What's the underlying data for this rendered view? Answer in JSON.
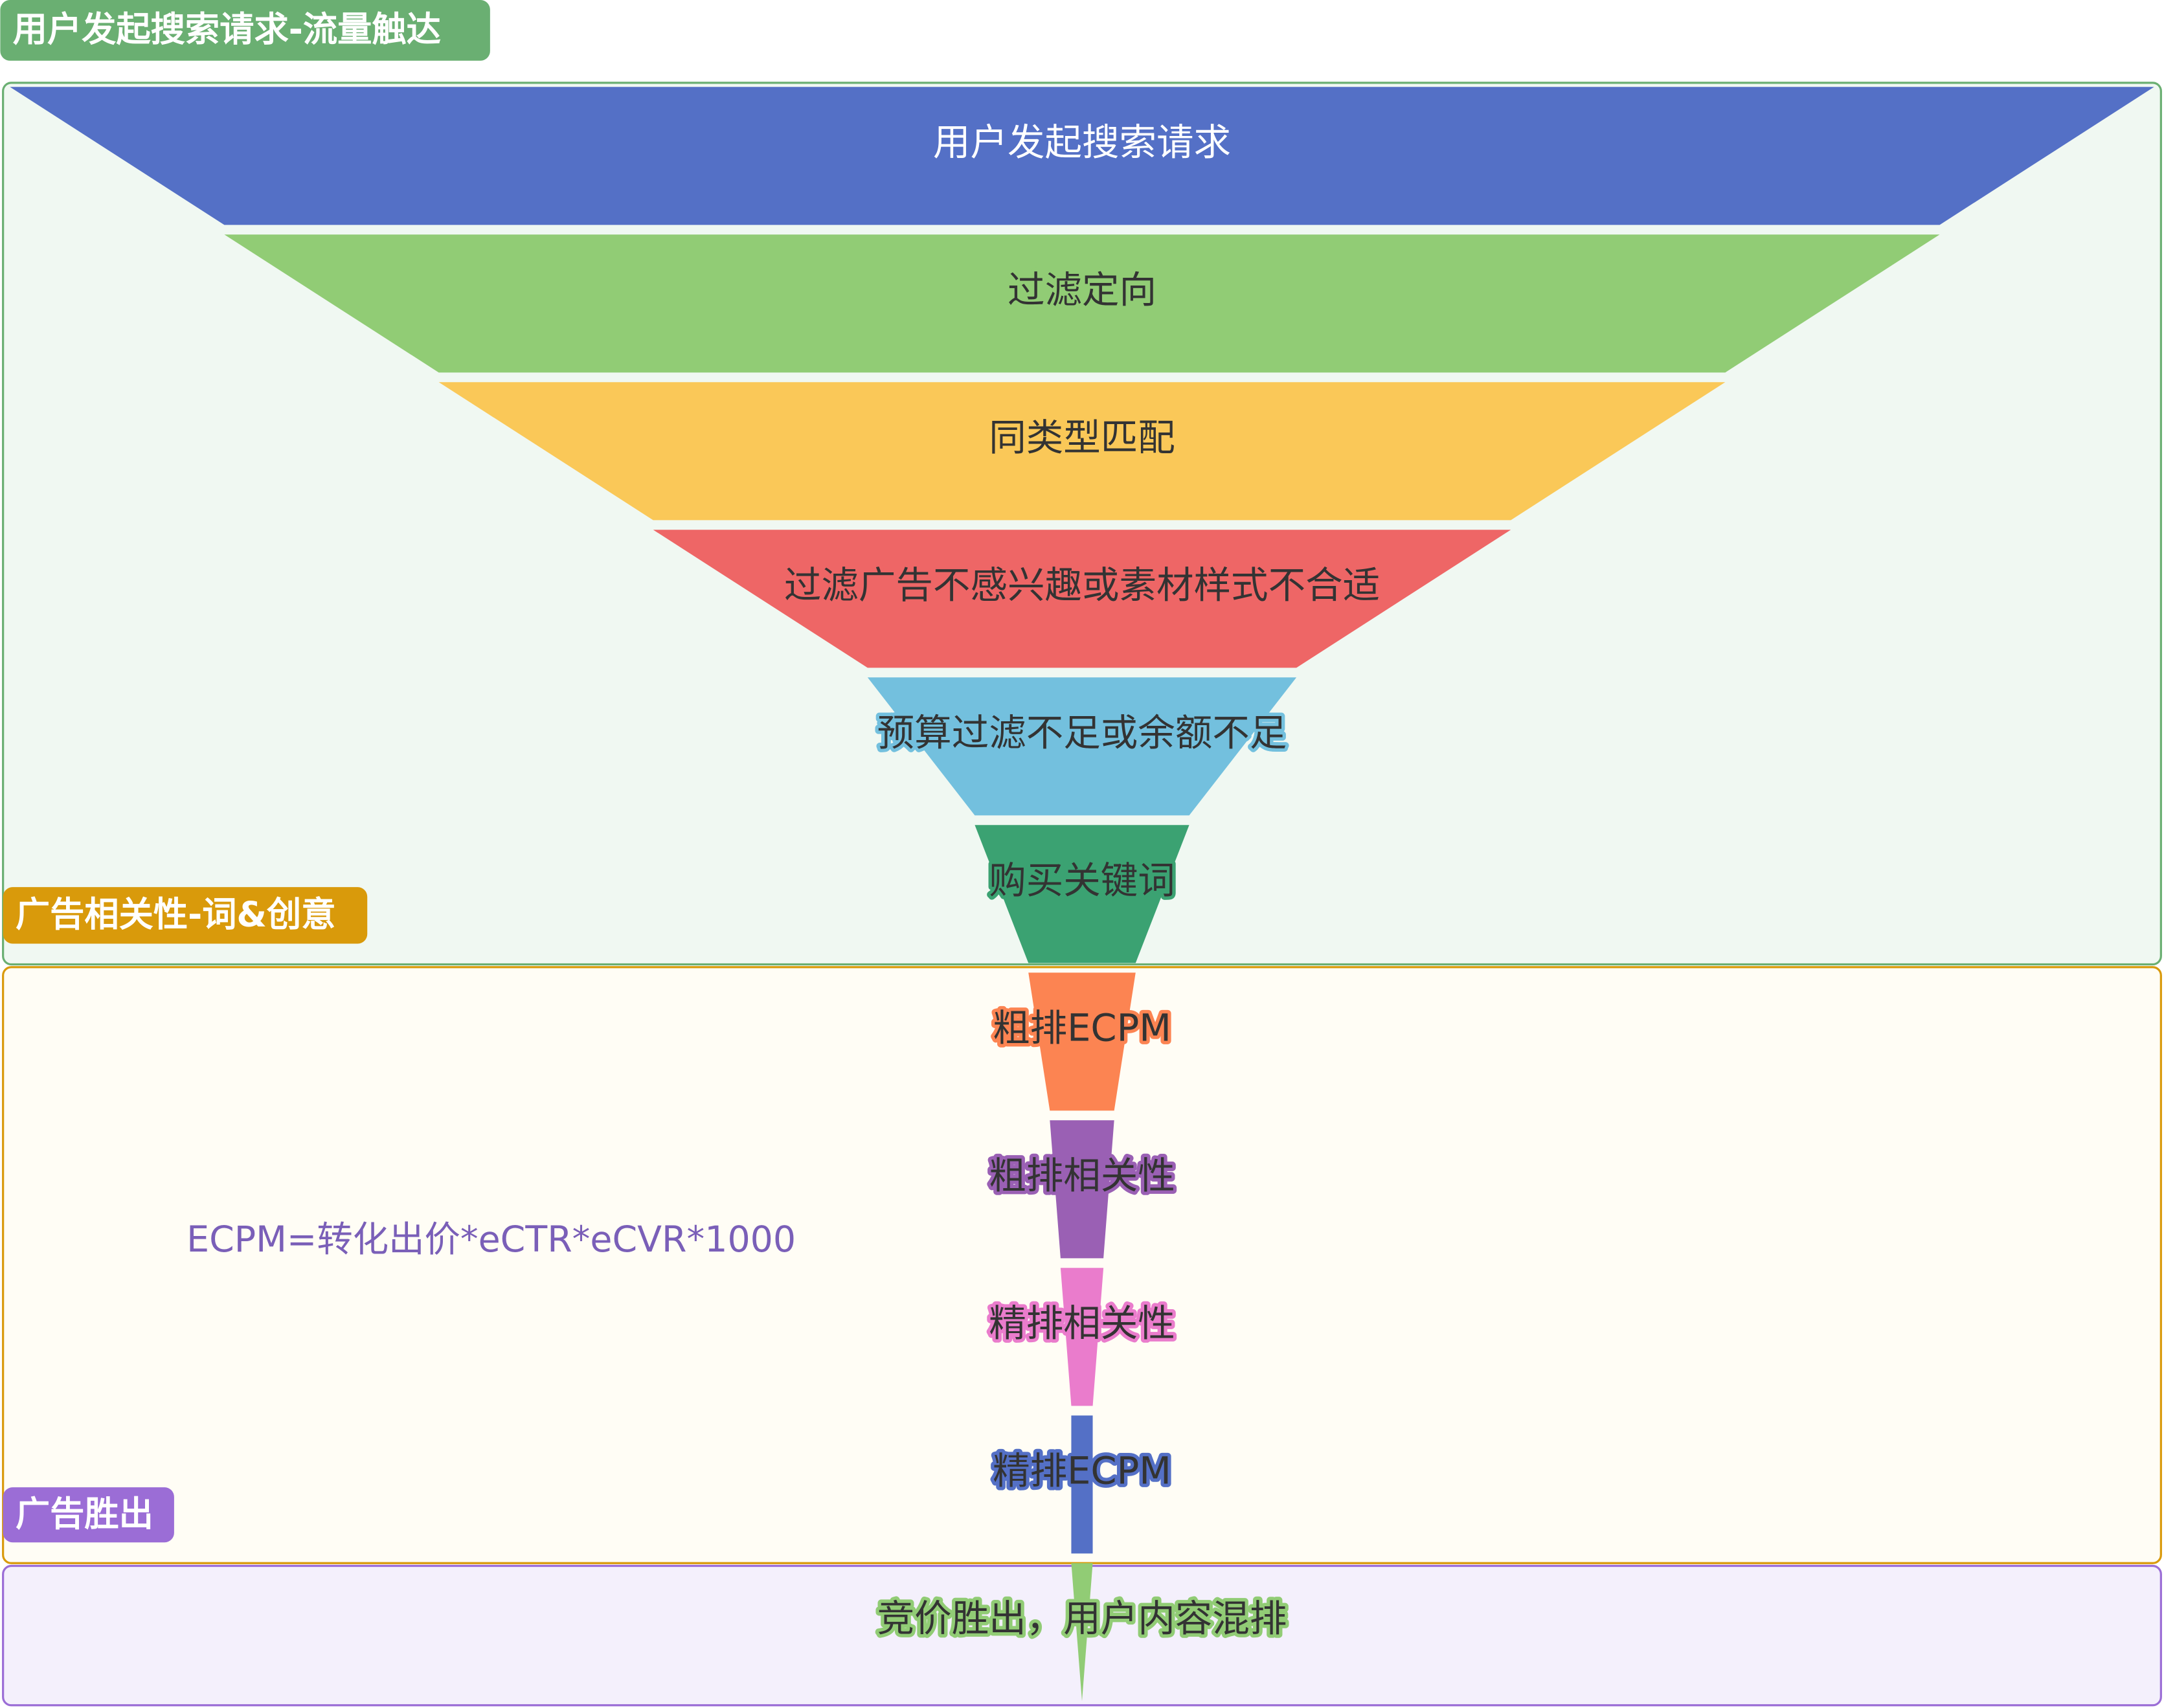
{
  "groups": [
    {
      "label": "用户发起搜索请求-流量触达",
      "color": "#6aaf72",
      "fill": "#f0f8f2"
    },
    {
      "label": "广告相关性-词&创意",
      "color": "#d99a0b",
      "fill": "#fffdf5"
    },
    {
      "label": "广告胜出",
      "color": "#9b6dd6",
      "fill": "#f4f0fc"
    }
  ],
  "formula": "ECPM=转化出价*eCTR*eCVR*1000",
  "chart_data": {
    "type": "funnel",
    "title": "",
    "categories": [
      "用户发起搜索请求",
      "过滤定向",
      "同类型匹配",
      "过滤广告不感兴趣或素材样式不合适",
      "预算过滤不足或余额不足",
      "购买关键词",
      "粗排ECPM",
      "粗排相关性",
      "精排相关性",
      "精排ECPM",
      "竞价胜出，用户内容混排"
    ],
    "values": [
      100,
      80,
      60,
      40,
      20,
      10,
      5,
      3,
      2,
      1,
      1
    ],
    "colors": [
      "#5470c6",
      "#91cc75",
      "#fac858",
      "#ee6666",
      "#73c0de",
      "#3ba272",
      "#fc8452",
      "#9a60b4",
      "#ea7ccc",
      "#5470c6",
      "#91cc75"
    ],
    "label_colors": [
      "#ffffff",
      "#333333",
      "#333333",
      "#333333",
      "#333333",
      "#333333",
      "#333333",
      "#333333",
      "#333333",
      "#333333",
      "#333333"
    ]
  }
}
